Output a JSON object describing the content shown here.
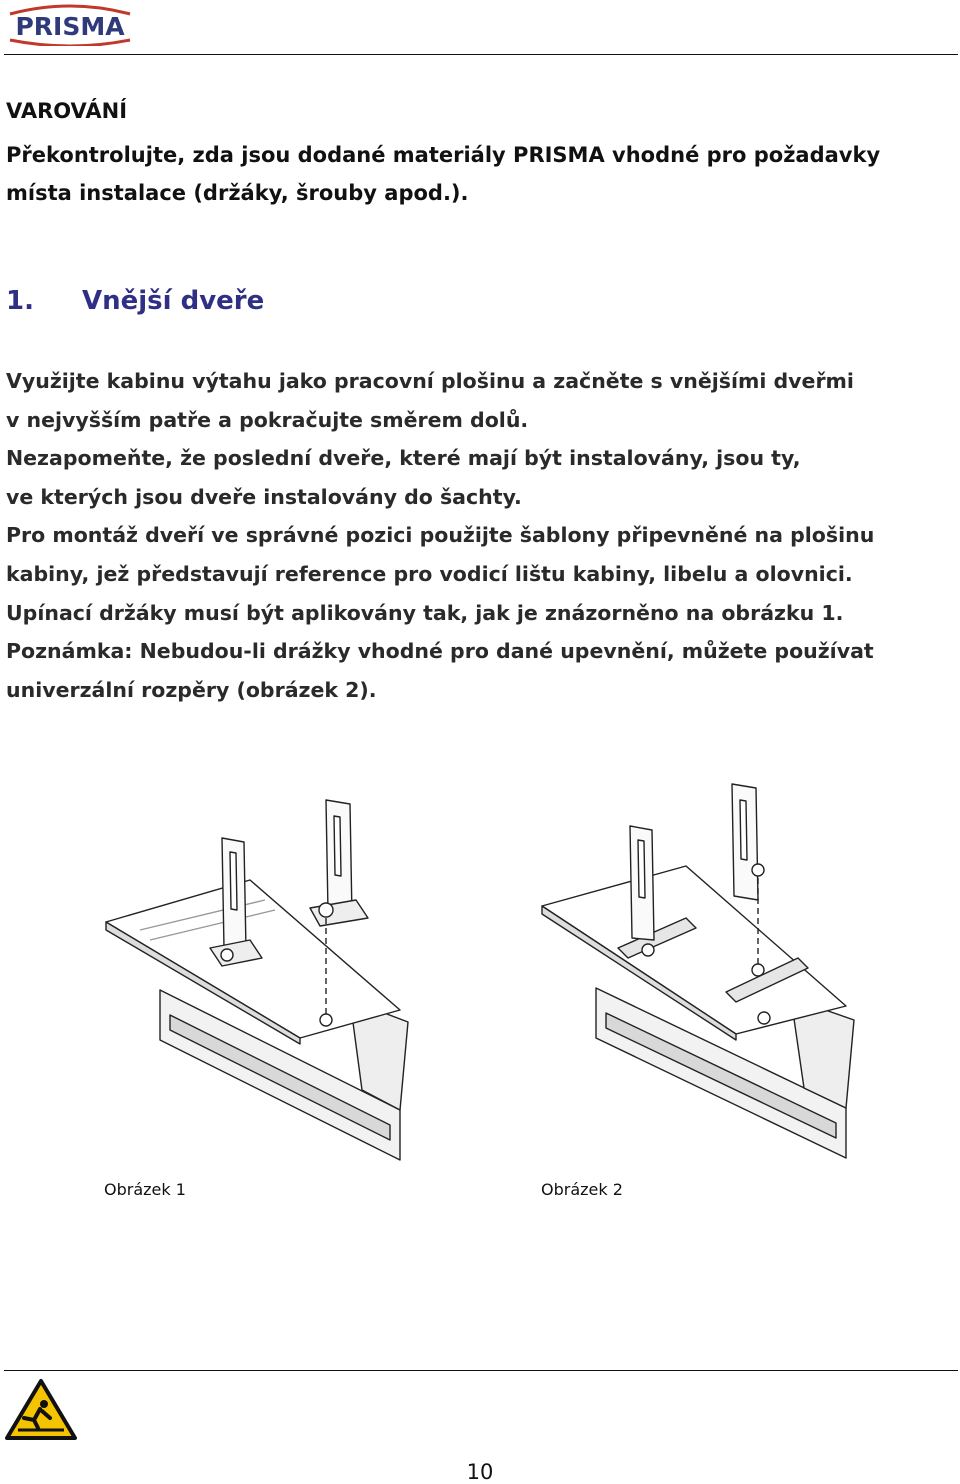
{
  "header": {
    "logo_text": "PRISMA"
  },
  "warning": {
    "title": "VAROVÁNÍ",
    "lines": [
      "Překontrolujte, zda jsou dodané materiály PRISMA vhodné pro požadavky",
      "místa instalace (držáky, šrouby apod.)."
    ]
  },
  "section": {
    "number": "1.",
    "title": "Vnější dveře"
  },
  "body": {
    "lines": [
      "Využijte kabinu výtahu jako pracovní plošinu a začněte s vnějšími dveřmi",
      "v nejvyšším patře a pokračujte směrem dolů.",
      "Nezapomeňte, že poslední dveře, které mají být instalovány, jsou ty,",
      "ve kterých jsou dveře instalovány do šachty.",
      "Pro montáž dveří ve správné pozici použijte šablony připevněné na plošinu",
      "kabiny, jež představují reference pro vodicí lištu kabiny, libelu a olovnici.",
      "Upínací držáky musí být aplikovány tak, jak je znázorněno na obrázku 1.",
      "Poznámka: Nebudou-li drážky vhodné pro dané upevnění, můžete používat",
      "univerzální rozpěry (obrázek 2)."
    ]
  },
  "figures": [
    {
      "caption": "Obrázek 1"
    },
    {
      "caption": "Obrázek 2"
    }
  ],
  "footer": {
    "page_number": "10"
  }
}
